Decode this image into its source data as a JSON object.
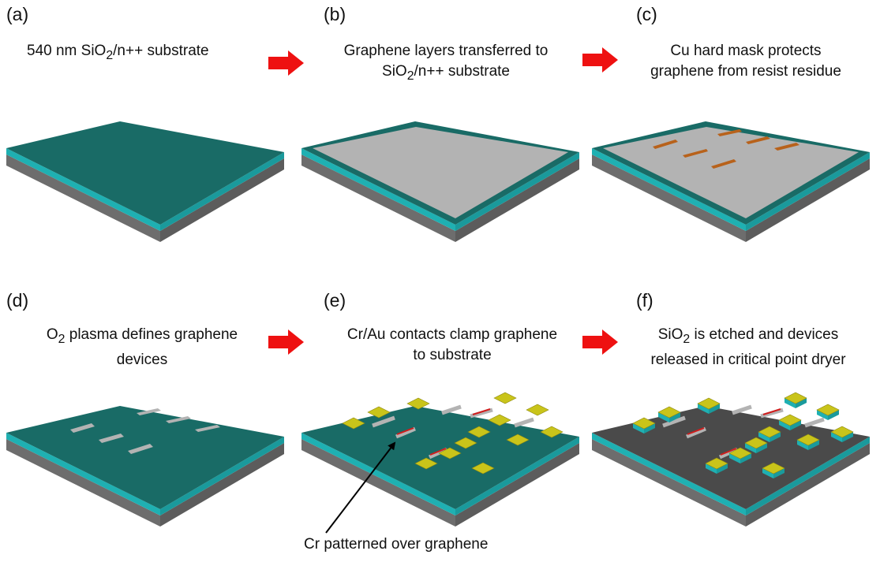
{
  "colors": {
    "silicon_side": "#6d6d6d",
    "oxide_top": "#196b66",
    "oxide_edge": "#1fb0b2",
    "graphene": "#b3b3b3",
    "copper": "#b8621b",
    "gold": "#c9c41a",
    "chromium": "#d01d1d",
    "etched_top": "#4a4a4a",
    "arrow": "#ee1111"
  },
  "panels": [
    {
      "letter": "(a)",
      "caption_lines": [
        {
          "pre": "540 nm SiO",
          "sub": "2",
          "post": "/n++ substrate"
        }
      ]
    },
    {
      "letter": "(b)",
      "caption_lines": [
        {
          "pre": "Graphene layers transferred  to",
          "sub": "",
          "post": ""
        },
        {
          "pre": "SiO",
          "sub": "2",
          "post": "/n++ substrate"
        }
      ]
    },
    {
      "letter": "(c)",
      "caption_lines": [
        {
          "pre": "Cu hard mask protects",
          "sub": "",
          "post": ""
        },
        {
          "pre": "graphene from resist residue",
          "sub": "",
          "post": ""
        }
      ]
    },
    {
      "letter": "(d)",
      "caption_lines": [
        {
          "pre": "O",
          "sub": "2",
          "post": " plasma defines graphene"
        },
        {
          "pre": "devices",
          "sub": "",
          "post": ""
        }
      ]
    },
    {
      "letter": "(e)",
      "caption_lines": [
        {
          "pre": "Cr/Au contacts clamp graphene",
          "sub": "",
          "post": ""
        },
        {
          "pre": "to substrate",
          "sub": "",
          "post": ""
        }
      ]
    },
    {
      "letter": "(f)",
      "caption_lines": [
        {
          "pre": "SiO",
          "sub": "2",
          "post": " is etched and devices"
        },
        {
          "pre": "released  in critical point dryer",
          "sub": "",
          "post": ""
        }
      ]
    }
  ],
  "annotation": "Cr patterned over graphene"
}
